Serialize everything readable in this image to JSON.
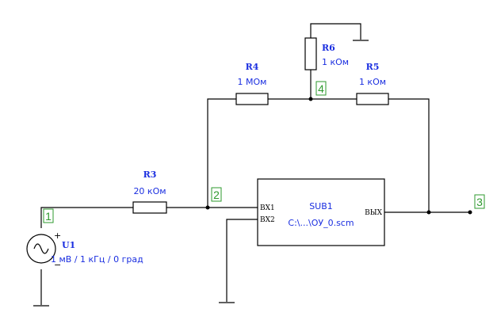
{
  "colors": {
    "label": "#1a2ee0",
    "node": "#2e9a2e",
    "wire": "#000000"
  },
  "components": {
    "R3": {
      "ref": "R3",
      "value": "20 кОм"
    },
    "R4": {
      "ref": "R4",
      "value": "1 МОм"
    },
    "R5": {
      "ref": "R5",
      "value": "1 кОм"
    },
    "R6": {
      "ref": "R6",
      "value": "1 кОм"
    },
    "U1": {
      "ref": "U1",
      "value": "1 мВ / 1 кГц / 0 град",
      "plus": "+",
      "minus": "−"
    },
    "SUB1": {
      "ref": "SUB1",
      "file": "C:\\...\\ОУ_0.scm",
      "pin_in1": "ВХ1",
      "pin_in2": "ВХ2",
      "pin_out": "ВЫХ"
    }
  },
  "nodes": [
    "1",
    "2",
    "3",
    "4"
  ]
}
